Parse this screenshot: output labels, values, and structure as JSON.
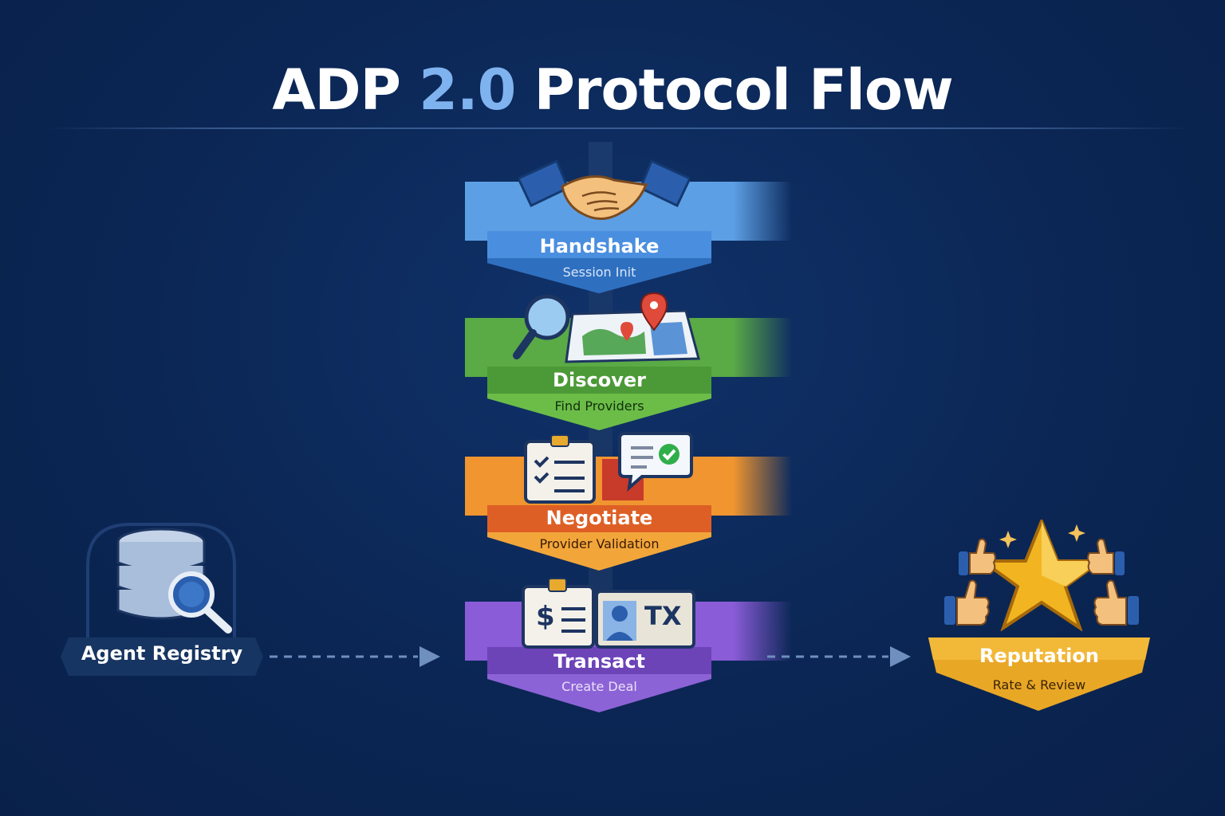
{
  "title": {
    "main": "ADP",
    "version": "2.0",
    "rest": "Protocol Flow"
  },
  "stages": [
    {
      "title": "Handshake",
      "subtitle": "Session Init",
      "color": "#4f8fd8",
      "icon": "handshake-icon"
    },
    {
      "title": "Discover",
      "subtitle": "Find Providers",
      "color": "#4f9e3a",
      "icon": "map-search-icon"
    },
    {
      "title": "Negotiate",
      "subtitle": "Provider Validation",
      "color": "#e0662a",
      "icon": "checklist-chat-icon"
    },
    {
      "title": "Transact",
      "subtitle": "Create Deal",
      "color": "#7a4fc4",
      "icon": "transaction-docs-icon"
    }
  ],
  "registry": {
    "label": "Agent Registry",
    "icon": "database-search-icon"
  },
  "reputation": {
    "label": "Reputation",
    "subtitle": "Rate & Review",
    "icon": "star-thumbs-icon",
    "color": "#e7a92e"
  },
  "transaction_badge": "TX",
  "currency_symbol": "$"
}
